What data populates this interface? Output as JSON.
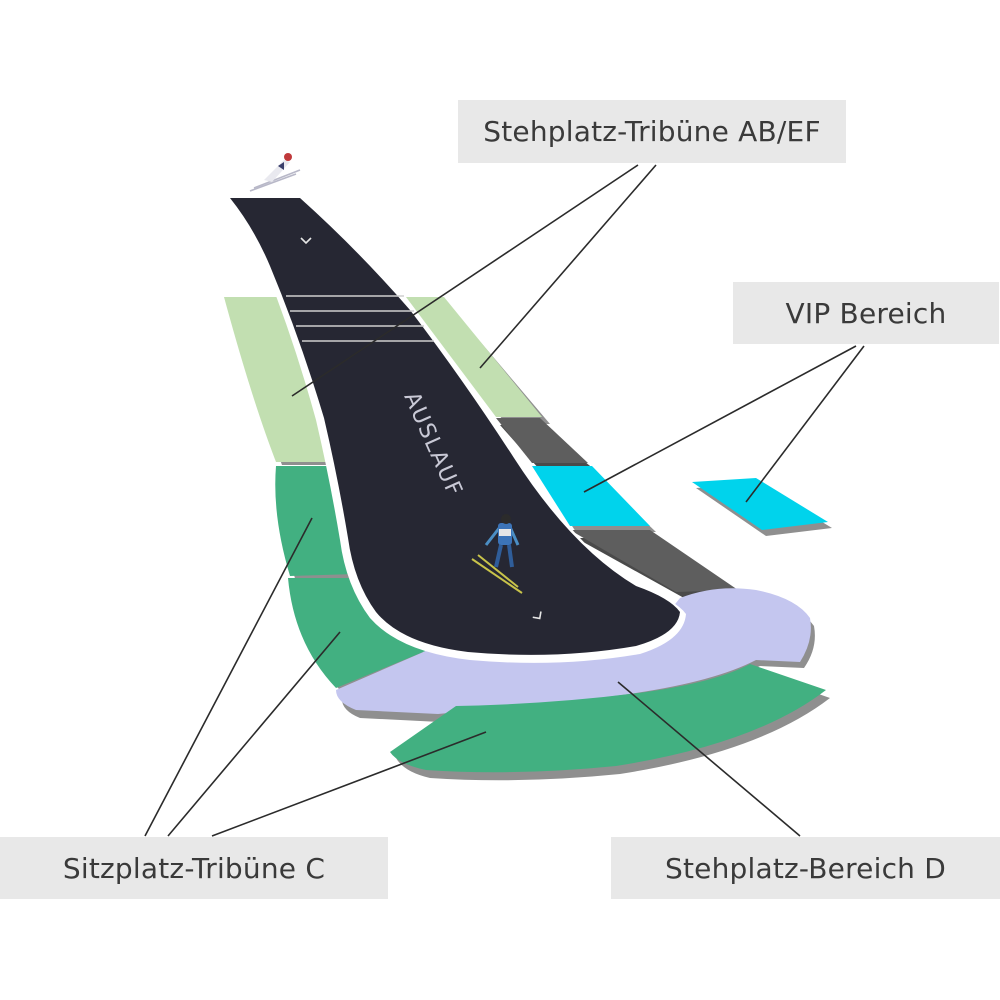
{
  "labels": {
    "stehplatz_ab_ef": "Stehplatz-Tribüne AB/EF",
    "vip": "VIP Bereich",
    "sitzplatz_c": "Sitzplatz-Tribüne C",
    "stehplatz_d": "Stehplatz-Bereich D"
  },
  "landing_area_text": "AUSLAUF",
  "colors": {
    "landing_slope": "#262733",
    "stand_light_green": "#c2dfb1",
    "stand_green": "#42b081",
    "vip_cyan": "#00d3ec",
    "dark_gray_block": "#5e5e5e",
    "standing_area_lavender": "#c4c6ef",
    "label_background": "#e8e8e8"
  },
  "icons": [
    "ski-jumper-icon",
    "chevron-down-icon"
  ]
}
